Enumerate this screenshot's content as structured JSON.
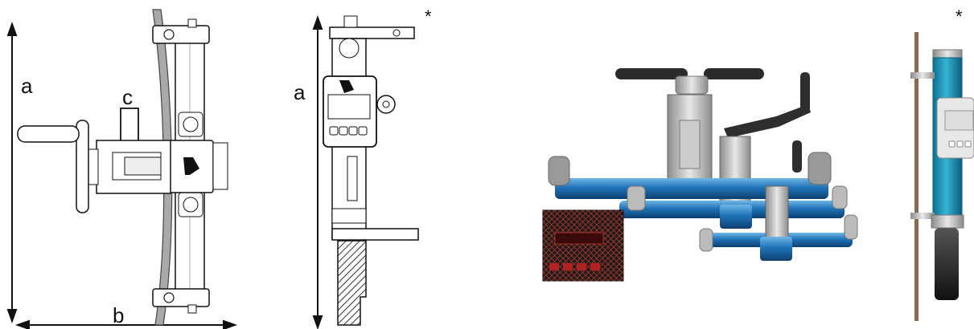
{
  "drawing1": {
    "label_a": "a",
    "label_b": "b",
    "label_c": "c"
  },
  "drawing2": {
    "label_a": "a",
    "asterisk": "*"
  },
  "photo2": {
    "asterisk": "*"
  }
}
